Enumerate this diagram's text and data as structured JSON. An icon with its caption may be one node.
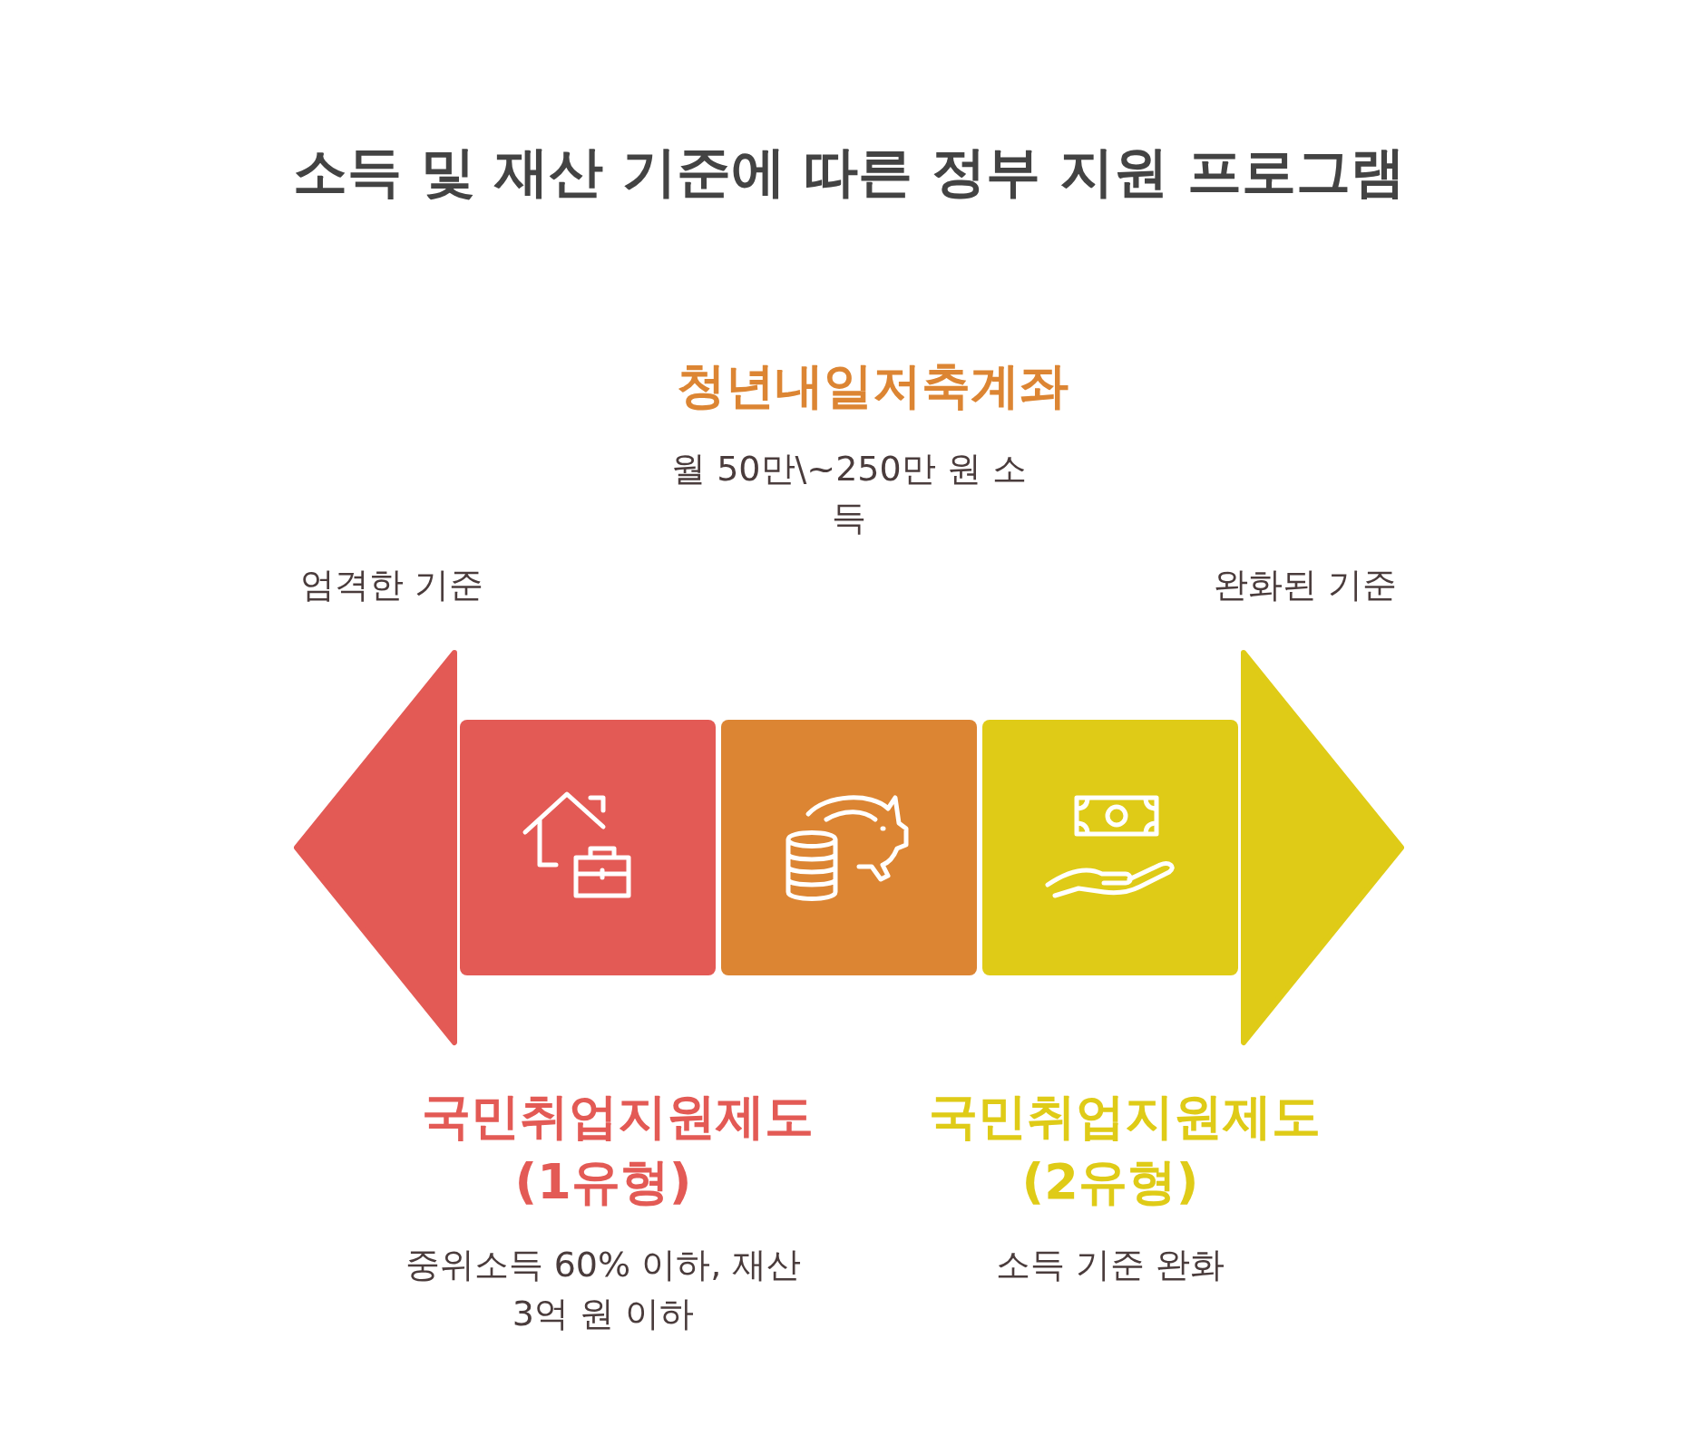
{
  "diagram": {
    "title": "소득 및 재산 기준에 따른 정부 지원 프로그램",
    "nodes": [
      {
        "text": [],
        "shape": "box",
        "beside": [
          "국민취업지원제도(1유형)",
          "중위소득 60% 이하, 재산 3억 원 이하"
        ]
      },
      {
        "text": [],
        "shape": "box",
        "beside": [
          "청년내일저축계좌",
          "월 50만\\~250만 원 소득"
        ]
      },
      {
        "text": [],
        "shape": "box",
        "beside": [
          "국민취업지원제도(2유형)",
          "소득 기준 완화"
        ]
      }
    ],
    "labels": [
      "엄격한 기준",
      "완화된 기준"
    ]
  }
}
